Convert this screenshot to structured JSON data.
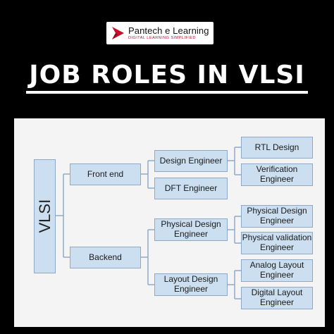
{
  "logo": {
    "name": "Pantech e Learning",
    "tagline": "DIGITAL LEARNING SIMPLIFIED"
  },
  "title": "JOB ROLES IN VLSI",
  "diagram": {
    "root": "VLSI",
    "front_end": "Front end",
    "backend": "Backend",
    "design_engineer": "Design Engineer",
    "dft_engineer": "DFT Engineer",
    "rtl_design": "RTL Design",
    "verification_engineer": "Verification Engineer",
    "physical_design_engineer": "Physical Design Engineer",
    "layout_design_engineer": "Layout Design Engineer",
    "physical_design_engineer_leaf": "Physical Design Engineer",
    "physical_validation_engineer": "Physical validation Engineer",
    "analog_layout_engineer": "Analog Layout Engineer",
    "digital_layout_engineer": "Digital Layout Engineer"
  },
  "colors": {
    "background": "#000000",
    "panel": "#f4f4f4",
    "box_fill": "#ccdff0",
    "box_border": "#8ea9c8",
    "accent": "#c8102e"
  }
}
